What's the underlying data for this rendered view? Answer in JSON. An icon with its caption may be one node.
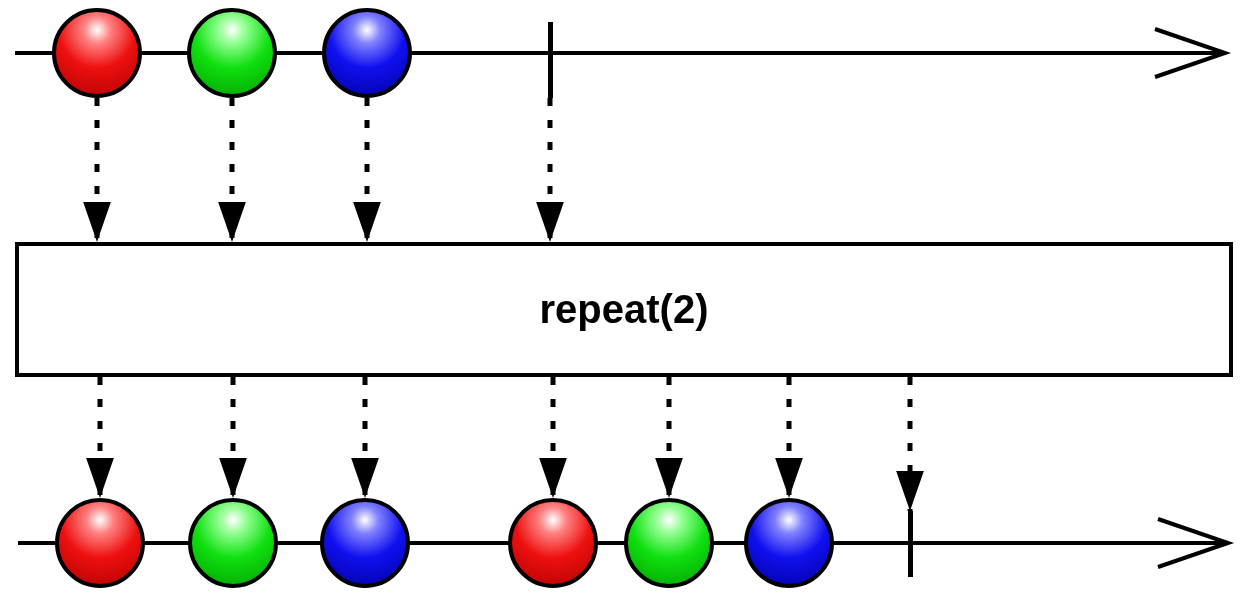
{
  "diagram": {
    "nodes": [
      {
        "text": [],
        "shape": "circle"
      },
      {
        "text": [],
        "shape": "circle"
      },
      {
        "text": [],
        "shape": "circle"
      },
      {
        "text": [],
        "shape": "bar"
      },
      {
        "text": [
          "repeat(2)"
        ]
      },
      {
        "text": [],
        "shape": "circle"
      },
      {
        "text": [],
        "shape": "circle"
      },
      {
        "text": [],
        "shape": "circle"
      },
      {
        "text": [],
        "shape": "circle"
      },
      {
        "text": [],
        "shape": "circle"
      },
      {
        "text": [],
        "shape": "circle"
      },
      {
        "text": [],
        "shape": "bar"
      }
    ],
    "edges": [
      {
        "from": 0,
        "to": 4,
        "arrow": "to",
        "style": "dashed"
      },
      {
        "from": 1,
        "to": 4,
        "arrow": "to",
        "style": "dashed"
      },
      {
        "from": 2,
        "to": 4,
        "arrow": "to",
        "style": "dashed"
      },
      {
        "from": 3,
        "to": 4,
        "arrow": "to",
        "style": "dashed"
      },
      {
        "from": 4,
        "to": 5,
        "arrow": "to",
        "style": "dashed"
      },
      {
        "from": 4,
        "to": 6,
        "arrow": "to",
        "style": "dashed"
      },
      {
        "from": 4,
        "to": 7,
        "arrow": "to",
        "style": "dashed"
      },
      {
        "from": 4,
        "to": 8,
        "arrow": "to",
        "style": "dashed"
      },
      {
        "from": 4,
        "to": 9,
        "arrow": "to",
        "style": "dashed"
      },
      {
        "from": 4,
        "to": 10,
        "arrow": "to",
        "style": "dashed"
      },
      {
        "from": 4,
        "to": 11,
        "arrow": "to",
        "style": "dashed"
      }
    ]
  }
}
